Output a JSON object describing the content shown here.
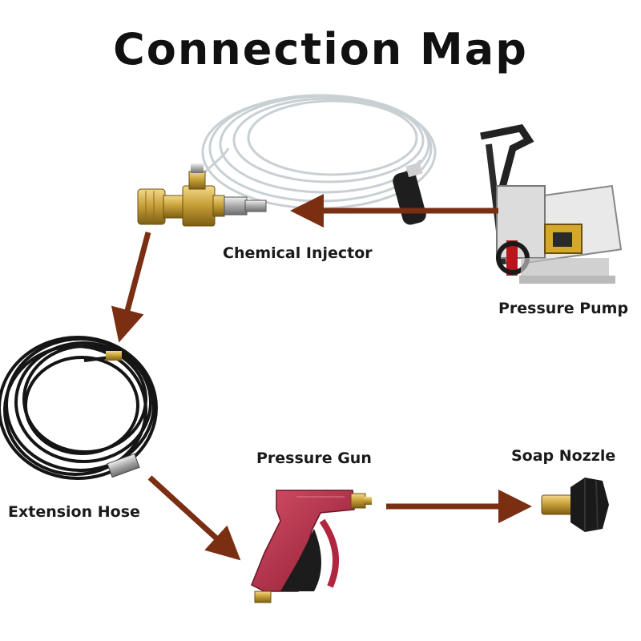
{
  "title": "Connection Map",
  "components": {
    "chemical_injector": "Chemical Injector",
    "pressure_pump": "Pressure Pump",
    "extension_hose": "Extension Hose",
    "pressure_gun": "Pressure Gun",
    "soap_nozzle": "Soap Nozzle"
  },
  "connections": [
    {
      "from": "pressure_pump",
      "to": "chemical_injector"
    },
    {
      "from": "chemical_injector",
      "to": "extension_hose"
    },
    {
      "from": "extension_hose",
      "to": "pressure_gun"
    },
    {
      "from": "pressure_gun",
      "to": "soap_nozzle"
    }
  ],
  "colors": {
    "arrow": "#7a2e12",
    "brass": "#c9a23a",
    "hose_black": "#151515",
    "gun_red": "#b0253f",
    "tube_clear": "#c8d0d4"
  }
}
